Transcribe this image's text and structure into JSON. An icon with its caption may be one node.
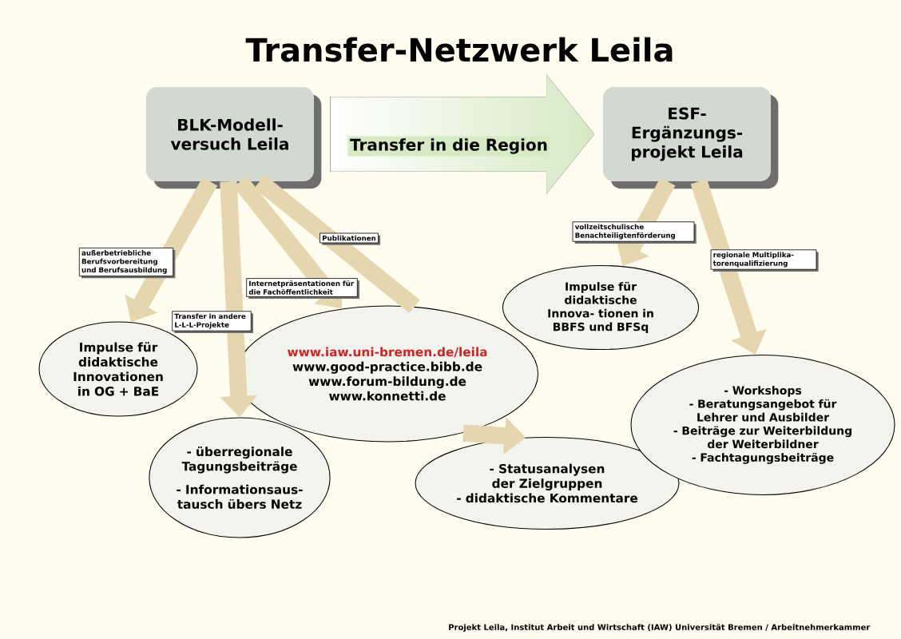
{
  "diagram": {
    "title": "Transfer-Netzwerk Leila",
    "nodes": [
      {
        "text": [
          "BLK-Modell- versuch Leila"
        ]
      },
      {
        "text": [
          "ESF- Ergänzungs- projekt Leila"
        ]
      },
      {
        "text": [
          "Impulse für didaktische Innovationen in OG + BaE"
        ]
      },
      {
        "text": [
          "- überregionale Tagungsbeiträge",
          "- Informationsaus- tausch übers Netz"
        ]
      },
      {
        "text": [
          "www.iaw.uni-bremen.de/leila",
          "www.good-practice.bibb.de",
          "www.forum-bildung.de",
          "www.konnetti.de"
        ]
      },
      {
        "text": [
          "- Statusanalysen der Zielgruppen",
          "- didaktische Kommentare"
        ]
      },
      {
        "text": [
          "Impulse für didaktische Innova- tionen in BBFS und BFSq"
        ]
      },
      {
        "text": [
          "- Workshops",
          "- Beratungsangebot für Lehrer und Ausbilder",
          "- Beiträge zur Weiterbildung der Weiterbildner",
          "- Fachtagungsbeiträge"
        ]
      }
    ],
    "edges": [
      {
        "from": 0,
        "to": 2,
        "arrow": "to",
        "label": "außerbetriebliche Berufsvorbereitung und Berufsausbildung"
      },
      {
        "from": 0,
        "to": 3,
        "arrow": "to",
        "label": "Transfer in andere L-L-L-Projekte"
      },
      {
        "from": 0,
        "to": 4,
        "arrow": "to",
        "label": "Internetpräsentationen für die Fachöffentlichkeit"
      },
      {
        "from": 0,
        "to": 4,
        "arrow": "none",
        "label": "Publikationen"
      },
      {
        "from": 4,
        "to": 5,
        "arrow": "to"
      },
      {
        "from": 1,
        "to": 6,
        "arrow": "to",
        "label": "vollzeitschulische Benachteiligtenförderung"
      },
      {
        "from": 1,
        "to": 7,
        "arrow": "to",
        "label": "regionale Multiplika- torenqualifizierung"
      },
      {
        "from": 0,
        "to": 1,
        "arrow": "to",
        "label": "Transfer in die Region",
        "style": "thick",
        "color": "#d6eac4"
      }
    ],
    "labels": [
      "Projekt Leila, Institut Arbeit und Wirtschaft (IAW) Universität Bremen / Arbeitnehmerkammer"
    ]
  }
}
